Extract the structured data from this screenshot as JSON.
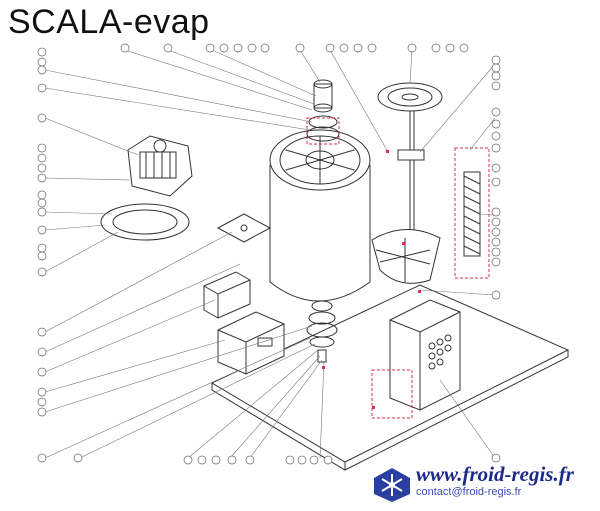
{
  "title": "SCALA-evap",
  "brand": {
    "website": "www.froid-regis.fr",
    "email": "contact@froid-regis.fr",
    "primary_color": "#1a2a8c",
    "logo_icon": "snowflake-logo-icon"
  },
  "diagram": {
    "line_color": "#333333",
    "callout_color": "#666666",
    "highlight_color": "#d9304a"
  }
}
